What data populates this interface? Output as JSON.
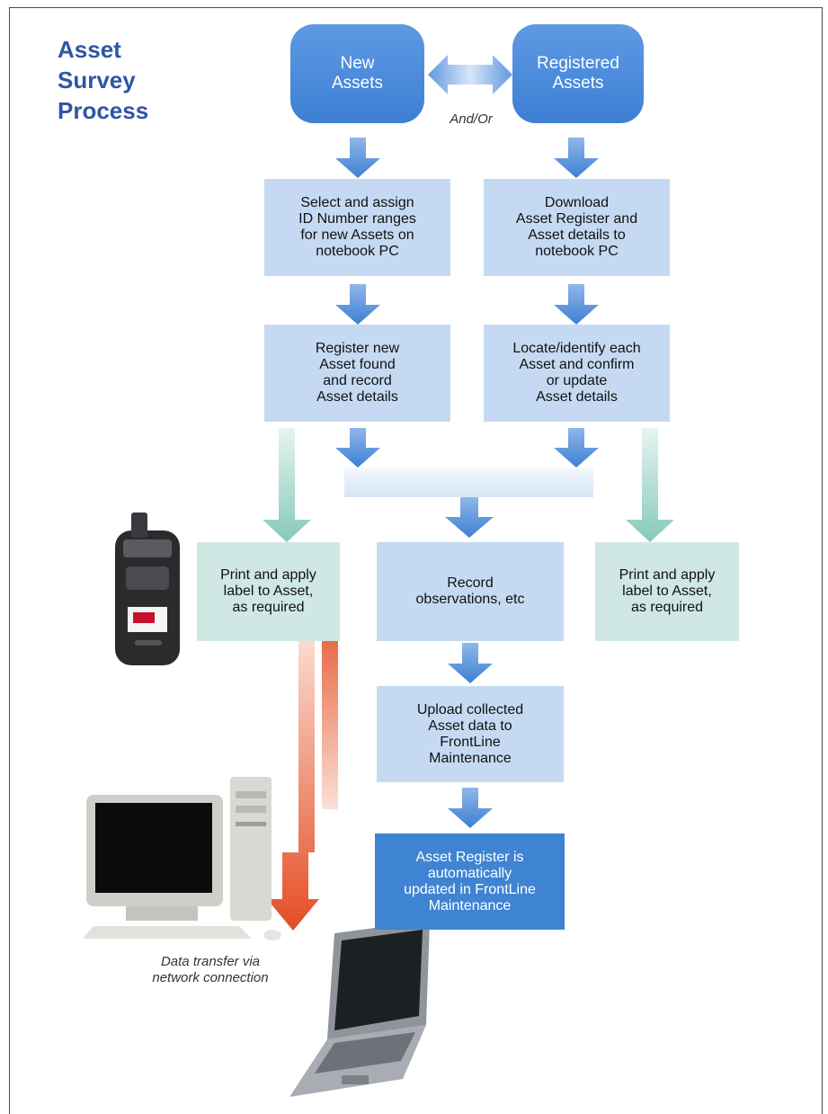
{
  "title": {
    "line1": "Asset",
    "line2": "Survey",
    "line3": "Process"
  },
  "nodes": {
    "new_assets": "New\nAssets",
    "registered_assets": "Registered\nAssets",
    "and_or": "And/Or",
    "assign_ids": "Select and assign\nID Number ranges\nfor new Assets on\nnotebook PC",
    "download_register": "Download\nAsset Register and\nAsset details to\nnotebook PC",
    "register_new": "Register new\nAsset found\nand record\nAsset details",
    "locate_identify": "Locate/identify each\nAsset and confirm\nor update\nAsset details",
    "print_label_left": "Print and apply\nlabel to Asset,\nas required",
    "record_observations": "Record\nobservations, etc",
    "print_label_right": "Print and apply\nlabel to Asset,\nas required",
    "upload_data": "Upload collected\nAsset data to\nFrontLine\nMaintenance",
    "register_updated": "Asset Register is\nautomatically\nupdated in FrontLine\nMaintenance",
    "data_transfer": "Data transfer via\nnetwork connection"
  },
  "colors": {
    "title": "#2f56a6",
    "top_box": "#4a8ad8",
    "light_box": "#c5daf2",
    "mint_box": "#cfe8e3",
    "dark_box": "#3f84d3",
    "arrow_blue": "#4a86d4",
    "arrow_mint": "#8fcdc0",
    "arrow_orange": "#e8512b"
  }
}
